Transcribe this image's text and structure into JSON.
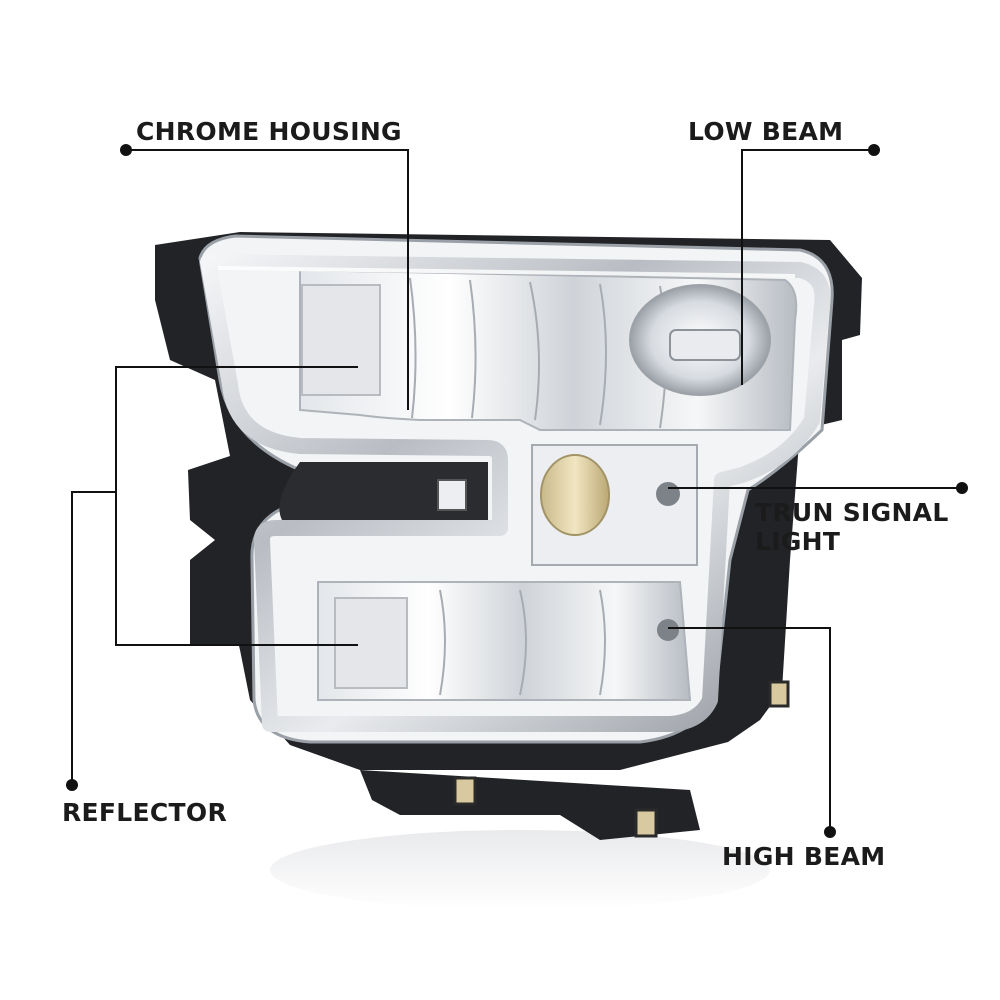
{
  "callouts": {
    "chrome_housing": "CHROME HOUSING",
    "low_beam": "LOW BEAM",
    "turn_signal_line1": "TRUN SIGNAL",
    "turn_signal_line2": "LIGHT",
    "reflector": "REFLECTOR",
    "high_beam": "HIGH BEAM"
  },
  "colors": {
    "background": "#ffffff",
    "label_text": "#1b1b1b",
    "leader_line": "#111111",
    "housing_black": "#222326",
    "chrome": "#c9ccd1",
    "lens_clear": "#eef1f4",
    "amber": "#e6d7a6"
  }
}
